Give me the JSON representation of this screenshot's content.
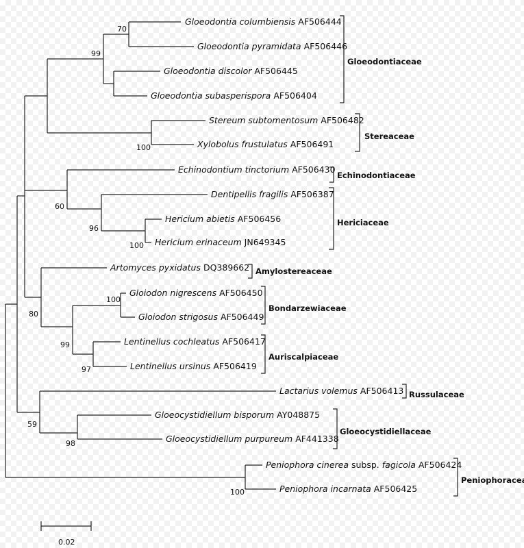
{
  "taxa": [
    {
      "species": "Gloeodontia columbiensis",
      "accession": "AF506444"
    },
    {
      "species": "Gloeodontia pyramidata",
      "accession": "AF506446"
    },
    {
      "species": "Gloeodontia discolor",
      "accession": "AF506445"
    },
    {
      "species": "Gloeodontia subasperispora",
      "accession": "AF506404"
    },
    {
      "species": "Stereum subtomentosum",
      "accession": "AF506482"
    },
    {
      "species": "Xylobolus frustulatus",
      "accession": "AF506491"
    },
    {
      "species": "Echinodontium tinctorium",
      "accession": "AF506430"
    },
    {
      "species": "Dentipellis fragilis",
      "accession": "AF506387"
    },
    {
      "species": "Hericium abietis",
      "accession": "AF506456"
    },
    {
      "species": "Hericium erinaceum",
      "accession": "JN649345"
    },
    {
      "species": "Artomyces pyxidatus",
      "accession": "DQ389662"
    },
    {
      "species": "Gloiodon nigrescens",
      "accession": "AF506450"
    },
    {
      "species": "Gloiodon strigosus",
      "accession": "AF506449"
    },
    {
      "species": "Lentinellus cochleatus",
      "accession": "AF506417"
    },
    {
      "species": "Lentinellus ursinus",
      "accession": "AF506419"
    },
    {
      "species": "Lactarius volemus",
      "accession": "AF506413"
    },
    {
      "species": "Gloeocystidiellum bisporum",
      "accession": "AY048875"
    },
    {
      "species": "Gloeocystidiellum purpureum",
      "accession": "AF441338"
    },
    {
      "species": "Peniophora cinerea",
      "subsp": "subsp.",
      "epithet": "fagicola",
      "accession": "AF506424"
    },
    {
      "species": "Peniophora incarnata",
      "accession": "AF506425"
    }
  ],
  "families": [
    "Gloeodontiaceae",
    "Stereaceae",
    "Echinodontiaceae",
    "Hericiaceae",
    "Amylostereaceae",
    "Bondarzewiaceae",
    "Auriscalpiaceae",
    "Russulaceae",
    "Gloeocystidiellaceae",
    "Peniophoracea"
  ],
  "bootstrap": [
    "70",
    "99",
    "100",
    "60",
    "96",
    "100",
    "100",
    "80",
    "99",
    "97",
    "59",
    "98",
    "100"
  ],
  "scale_bar": {
    "value": 0.02,
    "label": "0.02"
  }
}
